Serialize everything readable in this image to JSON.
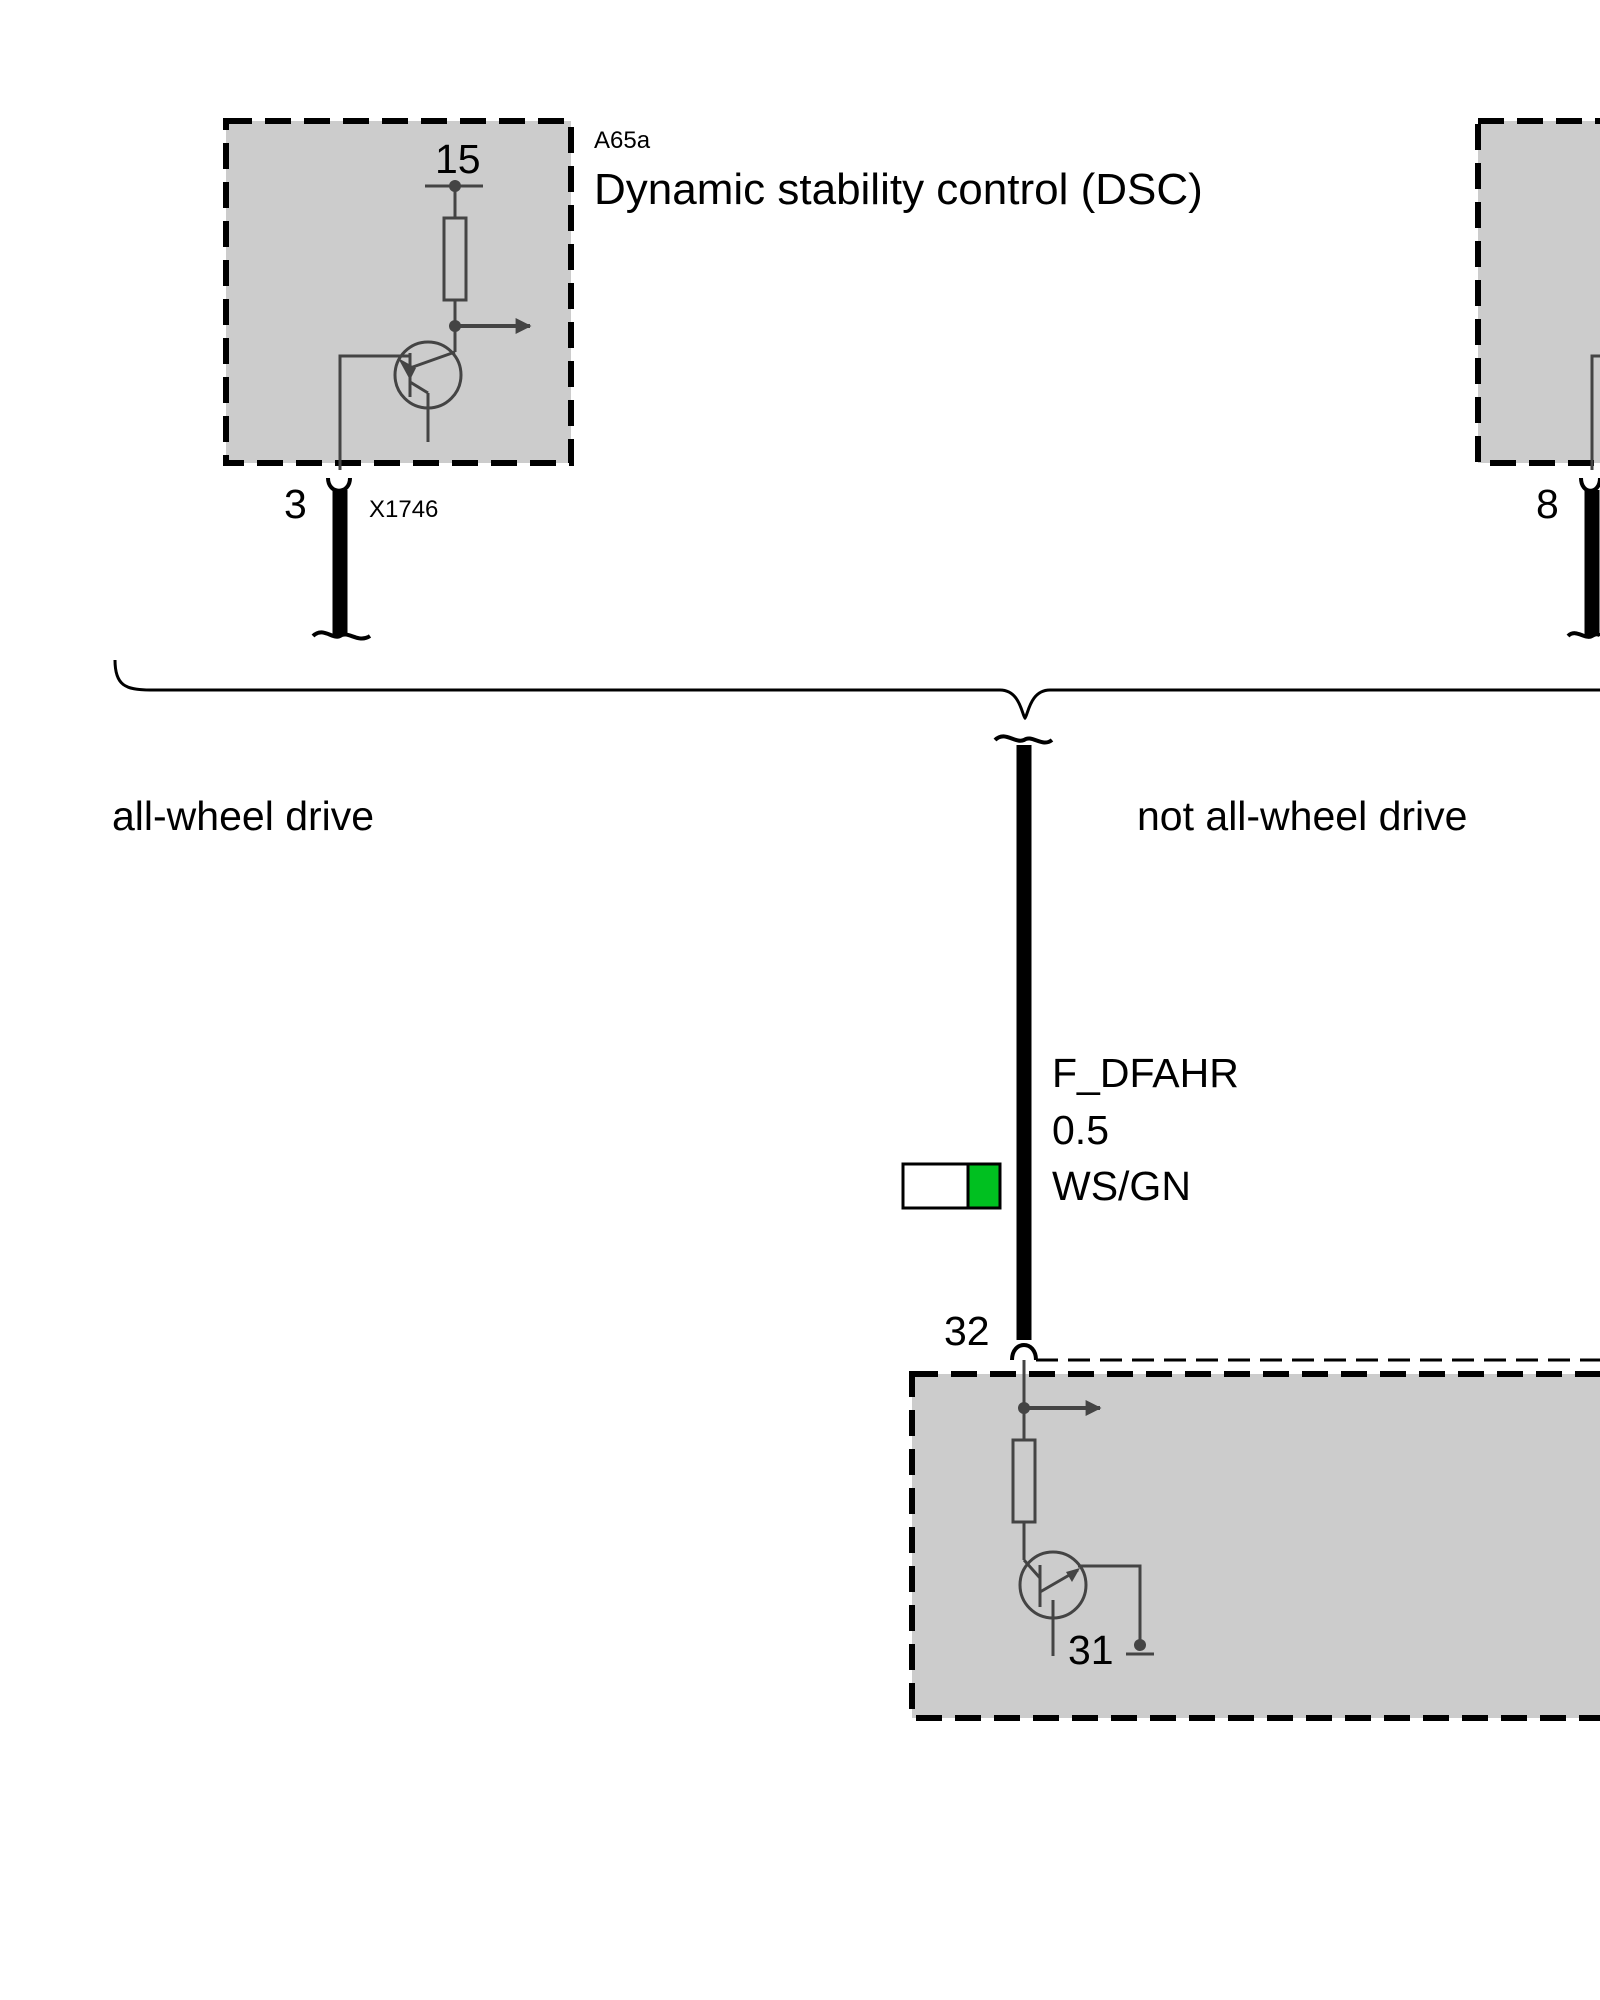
{
  "module_top_left": {
    "ref": "A65a",
    "name": "Dynamic stability control (DSC)",
    "supply_terminal": "15",
    "pin": "3",
    "connector": "X1746"
  },
  "module_top_right": {
    "pin": "8"
  },
  "variants": {
    "left": "all-wheel drive",
    "right": "not all-wheel drive"
  },
  "wire": {
    "signal": "F_DFAHR",
    "cross_section": "0.5",
    "color_code": "WS/GN",
    "color_primary": "#ffffff",
    "color_secondary": "#00c020"
  },
  "module_bottom": {
    "pin": "32",
    "ground_terminal": "31"
  }
}
